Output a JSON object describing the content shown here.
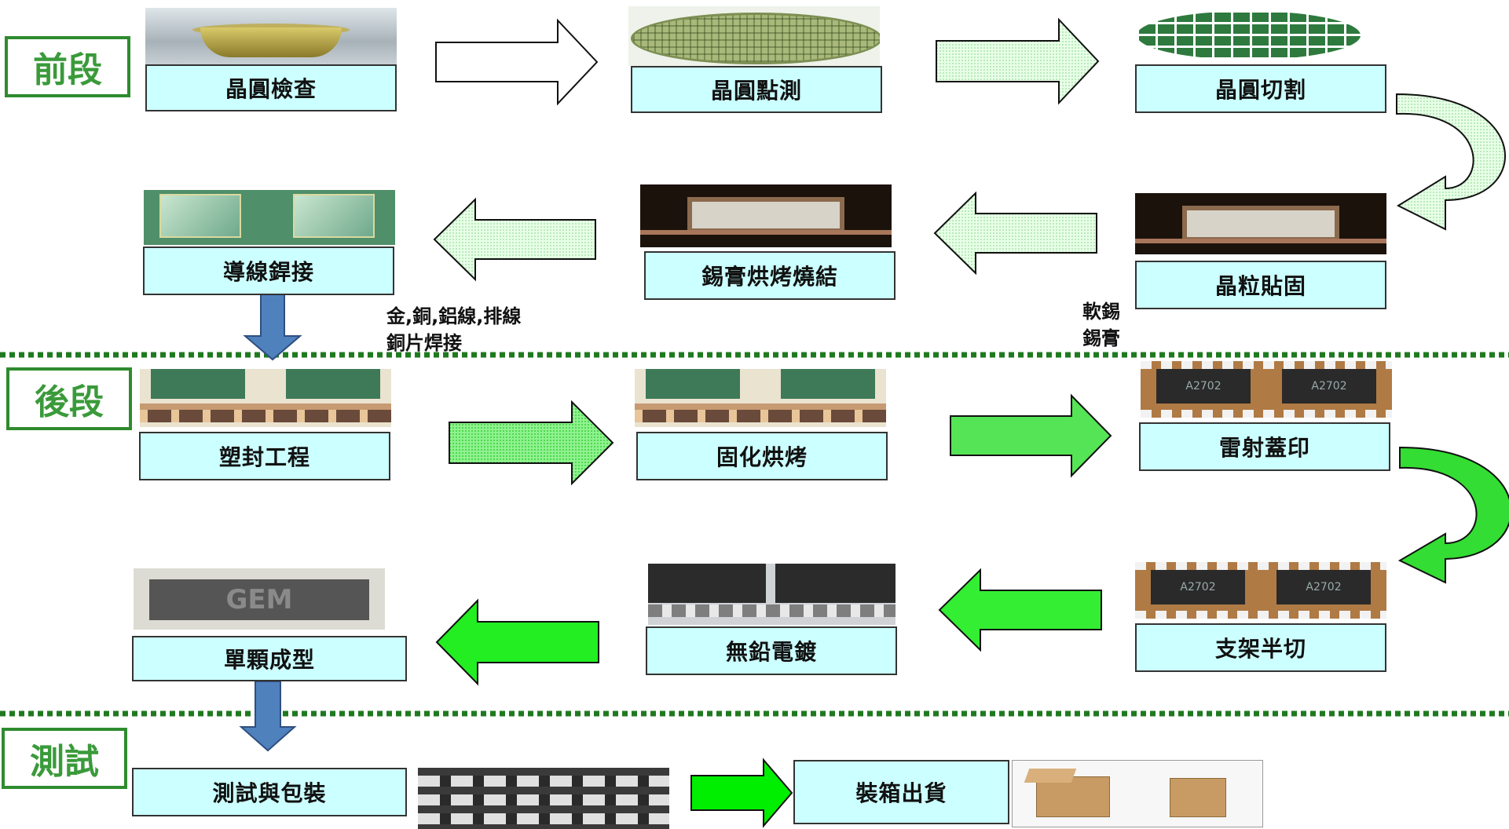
{
  "sections": {
    "front": "前段",
    "back": "後段",
    "test": "測試"
  },
  "steps": {
    "wafer_inspection": "晶圓檢查",
    "wafer_probing": "晶圓點測",
    "wafer_dicing": "晶圓切割",
    "die_attach": "晶粒貼固",
    "solder_paste_sintering": "錫膏烘烤燒結",
    "wire_bonding": "導線銲接",
    "molding": "塑封工程",
    "curing": "固化烘烤",
    "laser_marking": "雷射蓋印",
    "frame_half_cut": "支架半切",
    "lead_free_plating": "無鉛電鍍",
    "singulation": "單顆成型",
    "test_packing": "測試與包裝",
    "boxing_shipping": "裝箱出貨"
  },
  "notes": {
    "bonding_materials": "金,銅,鋁線,排線\n銅片焊接",
    "solder": "軟錫\n錫膏"
  },
  "image_text": {
    "mark_left": "A2702",
    "mark_right": "A2702",
    "gem": "GEM"
  },
  "colors": {
    "stage_fill": "#ccffff",
    "section_green": "#2e8b2e",
    "arrow_green_light": "#ccffcc",
    "arrow_green_mid": "#66ee66",
    "arrow_green_bright": "#00ee00",
    "arrow_blue": "#4f81bd"
  }
}
